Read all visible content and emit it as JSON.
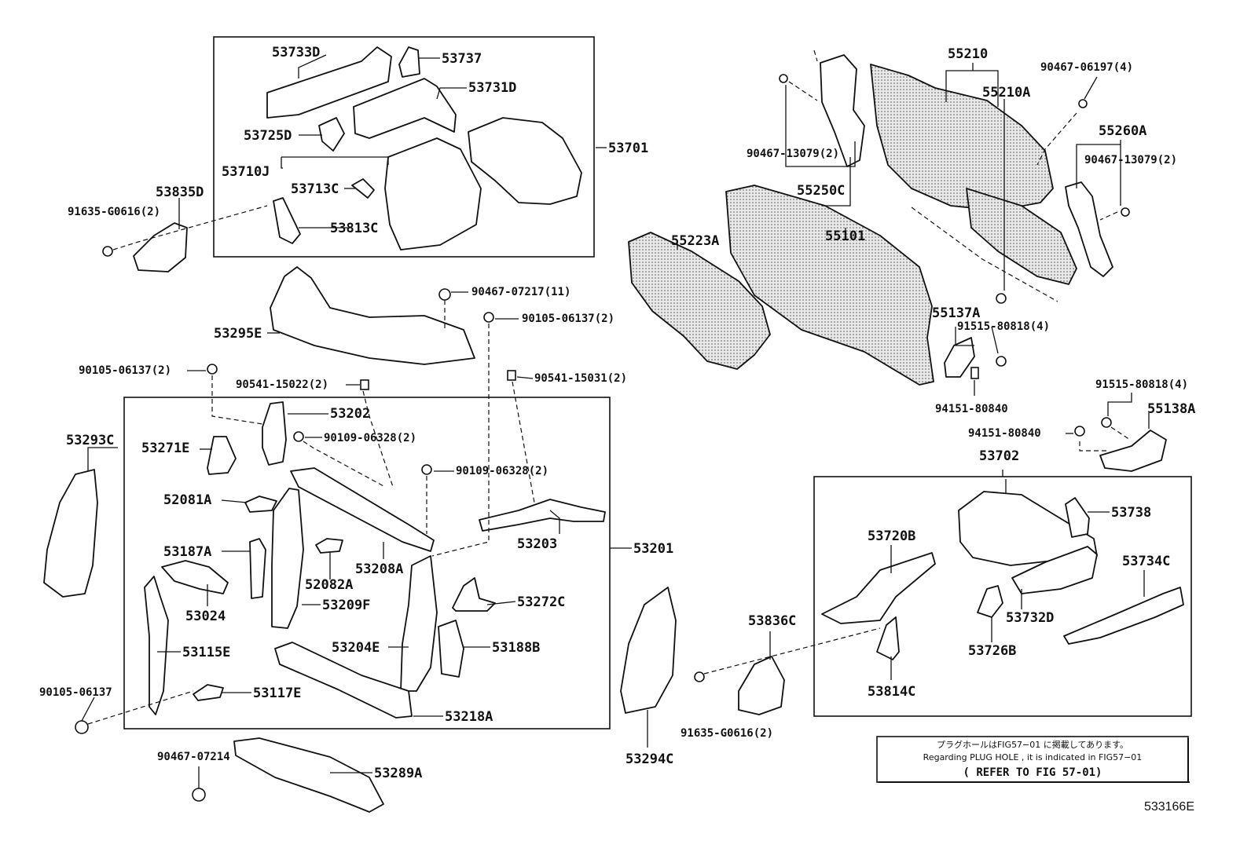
{
  "labels": {
    "l53733D": "53733D",
    "l53737": "53737",
    "l53731D": "53731D",
    "l53725D": "53725D",
    "l53710J": "53710J",
    "l53713C": "53713C",
    "l53813C": "53813C",
    "l53701": "53701",
    "l53835D": "53835D",
    "l91635G0616_a": "91635-G0616(2)",
    "l55210": "55210",
    "l55210A": "55210A",
    "l90467_06197": "90467-06197(4)",
    "l90467_13079_a": "90467-13079(2)",
    "l55250C": "55250C",
    "l55260A": "55260A",
    "l90467_13079_b": "90467-13079(2)",
    "l55101": "55101",
    "l55223A": "55223A",
    "l55137A": "55137A",
    "l91515_80818_a": "91515-80818(4)",
    "l94151_80840_a": "94151-80840",
    "l91515_80818_b": "91515-80818(4)",
    "l55138A": "55138A",
    "l94151_80840_b": "94151-80840",
    "l53295E": "53295E",
    "l90467_07217": "90467-07217(11)",
    "l90105_06137_a": "90105-06137(2)",
    "l90105_06137_b": "90105-06137(2)",
    "l90541_15022": "90541-15022(2)",
    "l90541_15031": "90541-15031(2)",
    "l53202": "53202",
    "l53271E": "53271E",
    "l90109_06328_a": "90109-06328(2)",
    "l90109_06328_b": "90109-06328(2)",
    "l53293C": "53293C",
    "l52081A": "52081A",
    "l53187A": "53187A",
    "l53203": "53203",
    "l53201": "53201",
    "l53208A": "53208A",
    "l52082A": "52082A",
    "l53024": "53024",
    "l53209F": "53209F",
    "l53272C": "53272C",
    "l53115E": "53115E",
    "l53204E": "53204E",
    "l53188B": "53188B",
    "l90105_06137_c": "90105-06137",
    "l53117E": "53117E",
    "l53218A": "53218A",
    "l53294C": "53294C",
    "l90467_07214": "90467-07214",
    "l53289A": "53289A",
    "l53702": "53702",
    "l53738": "53738",
    "l53720B": "53720B",
    "l53734C": "53734C",
    "l53732D": "53732D",
    "l53836C": "53836C",
    "l53726B": "53726B",
    "l53814C": "53814C",
    "l91635G0616_b": "91635-G0616(2)"
  },
  "note": {
    "jp": "プラグホールはFIG57−01 に掲載してあります。",
    "en": "Regarding  PLUG  HOLE  , it  is  indicated  in  FIG57−01",
    "ref": "( REFER  TO  FIG  57-01)"
  },
  "figure_id": "533166E"
}
